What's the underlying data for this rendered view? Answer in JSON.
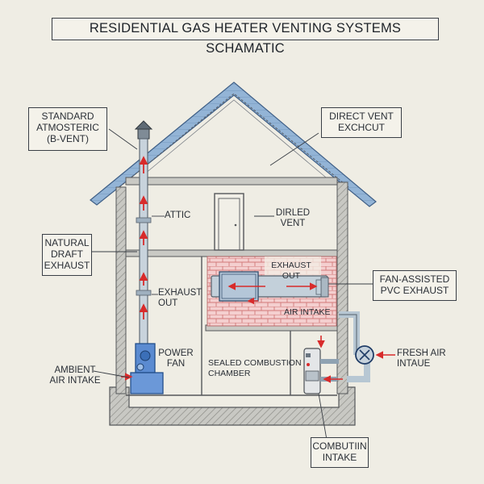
{
  "title": "RESIDENTIAL GAS HEATER VENTING SYSTEMS SCHAMATIC",
  "labels": {
    "standard_atmospheric": [
      "STANDARD",
      "ATMOSTERIC",
      "(B-VENT)"
    ],
    "direct_vent_exhaust": [
      "DIRECT VENT",
      "EXCHCUT"
    ],
    "attic": "ATTIC",
    "drilled_vent": [
      "DIRLED",
      "VENT"
    ],
    "natural_draft_exhaust": [
      "NATURAL",
      "DRAFT",
      "EXHAUST"
    ],
    "exhaust_out_upper": [
      "EXHAUST",
      "OUT"
    ],
    "fan_assisted_pvc": [
      "FAN-ASSISTED",
      "PVC EXHAUST"
    ],
    "exhaust_out_left": [
      "EXHAUST",
      "OUT"
    ],
    "air_intake": "AIR INTAKE",
    "power_fan": [
      "POWER",
      "FAN"
    ],
    "fresh_air_intake": [
      "FRESH AIR",
      "INTAUE"
    ],
    "sealed_combustion_chamber": [
      "SEALED COMBUSTION",
      "CHAMBER"
    ],
    "ambient_air_intake": [
      "AMBIENT",
      "AIR INTAKE"
    ],
    "combustion_intake": [
      "COMBUTIIN",
      "INTAKE"
    ]
  },
  "colors": {
    "background": "#efede4",
    "roof": "#8fb0d4",
    "wall": "#b9b9b4",
    "brick": "#f2c9c9",
    "pipe": "#b7c7d3",
    "arrow": "#d82b2b",
    "ink": "#2a2f36"
  }
}
